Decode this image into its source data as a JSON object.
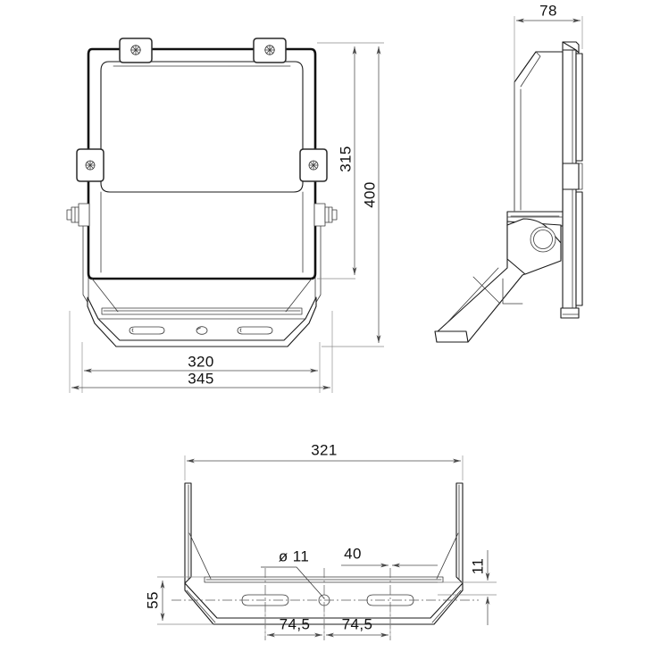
{
  "drawing": {
    "title": "LED floodlight dimensional drawing",
    "units": "mm",
    "line_color": "#1a1a1a",
    "dimension_color": "#4a4a4a",
    "background": "#ffffff",
    "views": [
      {
        "id": "front",
        "name": "front-view"
      },
      {
        "id": "side",
        "name": "side-view"
      },
      {
        "id": "bottom",
        "name": "bracket-bottom-view"
      }
    ],
    "dimensions": {
      "front_height_inner": "315",
      "front_height_overall": "400",
      "front_width_inner": "320",
      "front_width_overall": "345",
      "side_depth": "78",
      "bracket_width": "321",
      "bracket_hole_diameter": "ø 11",
      "bracket_slot_offset": "40",
      "bracket_height": "55",
      "bracket_plate_thickness": "11",
      "bracket_hole_spacing_left": "74,5",
      "bracket_hole_spacing_right": "74,5"
    }
  }
}
